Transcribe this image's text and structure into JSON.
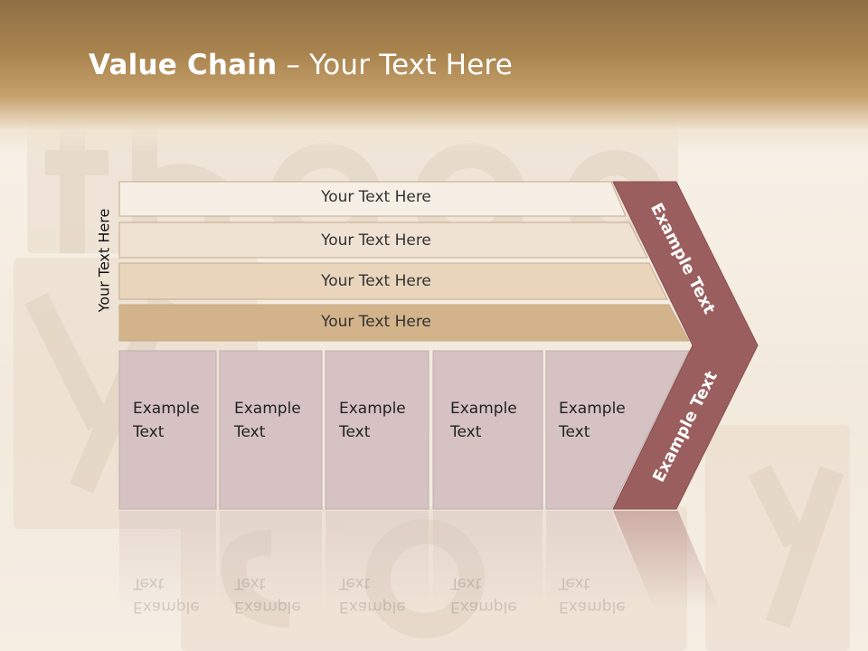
{
  "title": {
    "bold": "Value Chain",
    "rest": " – Your Text Here"
  },
  "side_label": "Your Text Here",
  "rows": [
    {
      "label": "Your Text Here",
      "color": "#f6efe6"
    },
    {
      "label": "Your Text Here",
      "color": "#efe2d2"
    },
    {
      "label": "Your Text Here",
      "color": "#e8d5bc"
    },
    {
      "label": "Your Text Here",
      "color": "#d3b38a"
    }
  ],
  "boxes": [
    {
      "label": "Example\nText"
    },
    {
      "label": "Example\nText"
    },
    {
      "label": "Example\nText"
    },
    {
      "label": "Example\nText"
    },
    {
      "label": "Example\nText"
    }
  ],
  "chevron": {
    "upper_label": "Example Text",
    "lower_label": "Example Text",
    "color": "#9b5e5e"
  },
  "colors": {
    "box_fill": "#d6c2c3",
    "box_stroke": "#bfaeb0",
    "row_stroke": "#c4ab8a"
  }
}
